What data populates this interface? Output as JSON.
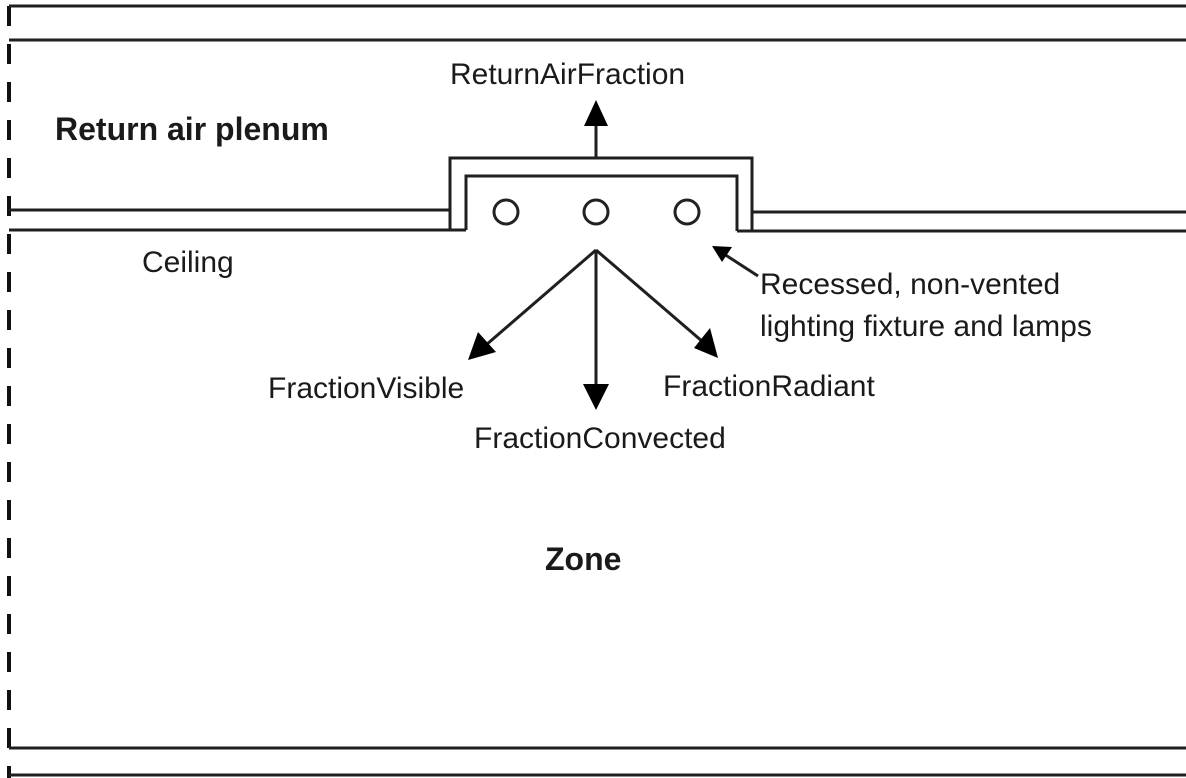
{
  "labels": {
    "plenum": "Return air plenum",
    "zone": "Zone",
    "ceiling": "Ceiling",
    "return_air_fraction": "ReturnAirFraction",
    "fraction_visible": "FractionVisible",
    "fraction_convected": "FractionConvected",
    "fraction_radiant": "FractionRadiant",
    "fixture_note": {
      "line1": "Recessed, non-vented",
      "line2": "lighting fixture and lamps"
    }
  },
  "lamps": [
    "lamp-1",
    "lamp-2",
    "lamp-3"
  ],
  "colors": {
    "line": "#1f1f1f",
    "text": "#1a1a1a",
    "background": "#ffffff"
  }
}
